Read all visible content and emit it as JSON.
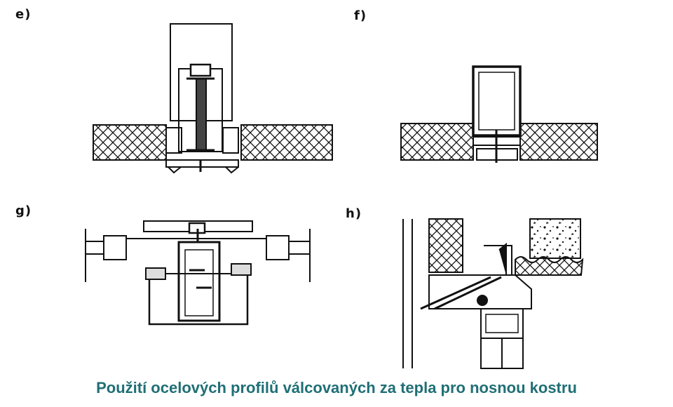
{
  "labels": {
    "e": "e)",
    "f": "f)",
    "g": "g)",
    "h": "h)"
  },
  "caption": "Použití ocelových profilů válcovaných za tepla pro nosnou kostru",
  "colors": {
    "ink": "#111111",
    "caption": "#1f6f75",
    "background": "#ffffff"
  }
}
